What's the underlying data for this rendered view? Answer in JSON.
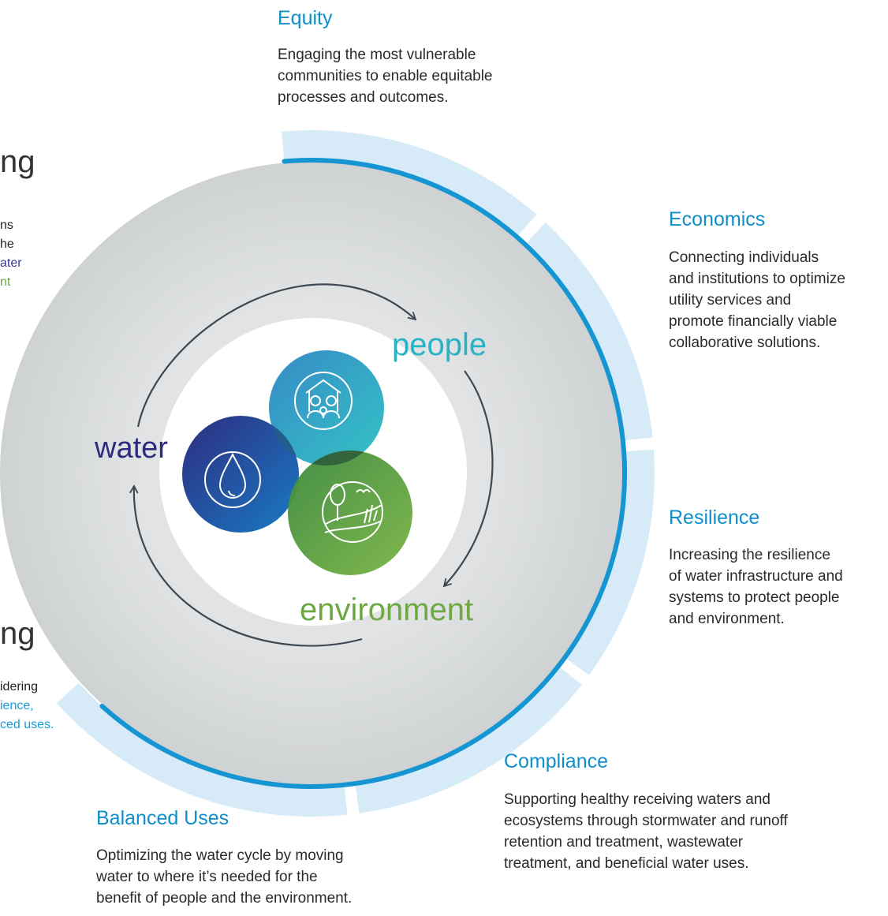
{
  "colors": {
    "ring_light": "#d6ebf7",
    "ring_line": "#1596d3",
    "disk_gray": "#d5d7d8",
    "arrow": "#3d4852",
    "water": "#2e2a7d",
    "people": "#27b3c4",
    "environment": "#6ea843",
    "title_blue": "#0f8ec9"
  },
  "hub": {
    "water_label": "water",
    "people_label": "people",
    "environment_label": "environment",
    "icons": [
      "water-drop-icon",
      "family-house-icon",
      "landscape-tree-icon"
    ]
  },
  "pillars": {
    "equity": {
      "title": "Equity",
      "lines": [
        "Engaging the most vulnerable",
        "communities to enable equitable",
        "processes and outcomes."
      ]
    },
    "economics": {
      "title": "Economics",
      "lines": [
        "Connecting individuals",
        "and institutions to optimize",
        "utility services and",
        "promote financially viable",
        "collaborative solutions."
      ]
    },
    "resilience": {
      "title": "Resilience",
      "lines": [
        "Increasing the resilience",
        "of water infrastructure and",
        "systems to protect people",
        "and environment."
      ]
    },
    "compliance": {
      "title": "Compliance",
      "lines": [
        "Supporting healthy receiving waters and",
        "ecosystems through stormwater and runoff",
        "retention and treatment, wastewater",
        "treatment, and beneficial water uses."
      ]
    },
    "balanced_uses": {
      "title": "Balanced Uses",
      "lines": [
        "Optimizing the water cycle by moving",
        "water to where it’s needed for the",
        "benefit of people and the environment."
      ]
    }
  },
  "left_cropped": {
    "heading_top": "ng",
    "heading_bottom": "ng",
    "top_lines": [
      "ns",
      "he"
    ],
    "top_water_word": "ater",
    "top_env_word": "nt",
    "bottom_lines": [
      "idering"
    ],
    "bottom_blue_lines": [
      "ience,",
      "ced uses."
    ]
  }
}
